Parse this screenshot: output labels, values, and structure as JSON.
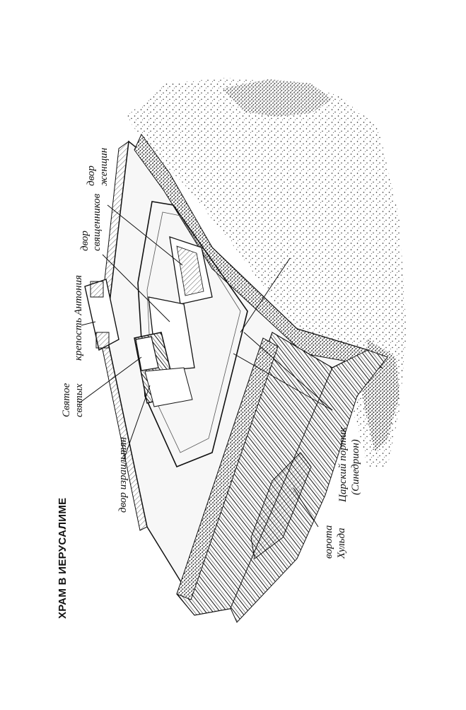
{
  "figure": {
    "title": "ХРАМ В ИЕРУСАЛИМЕ",
    "labels": {
      "fortress_antonia": "крепость Антония",
      "holy_of_holies_1": "Святое",
      "holy_of_holies_2": "святых",
      "court_israelites": "двор израильтян",
      "court_priests_1": "двор",
      "court_priests_2": "священников",
      "court_women_1": "двор",
      "court_women_2": "женщин",
      "royal_portico_1": "Царский портик",
      "royal_portico_2": "(Синедрион)",
      "huldah_gates_1": "ворота",
      "huldah_gates_2": "Хульда"
    }
  }
}
